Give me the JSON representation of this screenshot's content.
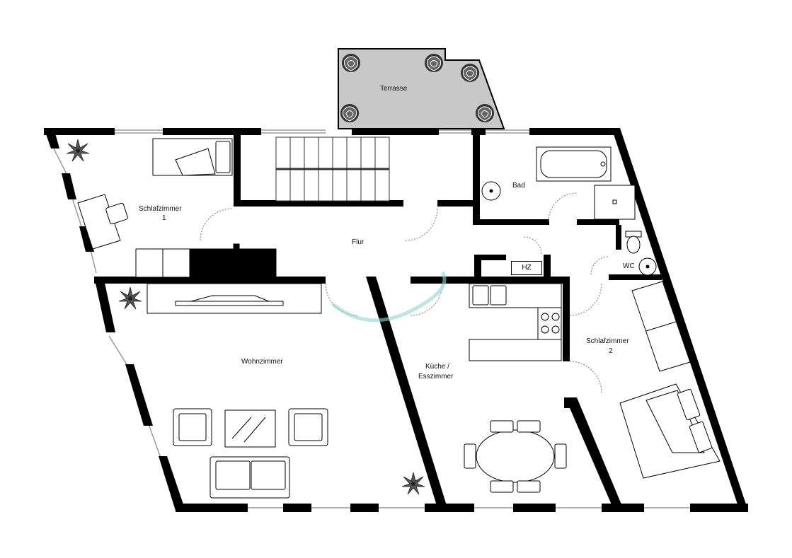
{
  "plan": {
    "rooms": {
      "terrasse": "Terrasse",
      "schlafzimmer1_line1": "Schlafzimmer",
      "schlafzimmer1_line2": "1",
      "flur": "Flur",
      "bad": "Bad",
      "wc": "WC",
      "wohnzimmer": "Wohnzimmer",
      "kueche_line1": "Küche /",
      "kueche_line2": "Esszimmer",
      "schlafzimmer2_line1": "Schlafzimmer",
      "schlafzimmer2_line2": "2"
    },
    "fixtures": {
      "heating": "HZ"
    }
  },
  "colors": {
    "wall": "#000000",
    "terrace_fill": "#c8c8c8",
    "window": "#9a9a9a",
    "watermark": "#8fd3d6"
  },
  "icons": [
    "plant-icon",
    "bed-icon",
    "desk-icon",
    "chair-icon",
    "sofa-icon",
    "armchair-icon",
    "coffee-table-icon",
    "dining-table-icon",
    "bathtub-icon",
    "shower-icon",
    "toilet-icon",
    "sink-icon",
    "stove-icon",
    "tv-board-icon"
  ]
}
